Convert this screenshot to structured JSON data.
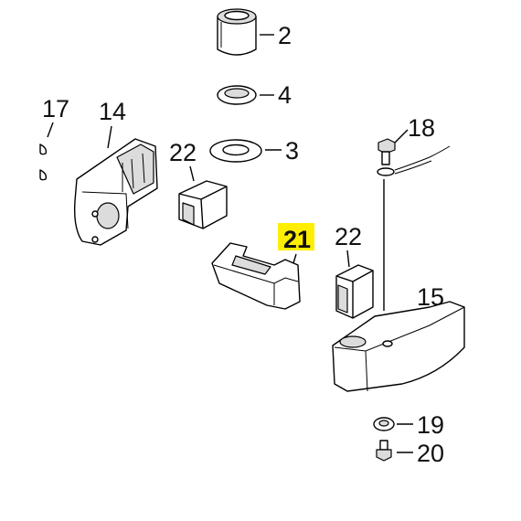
{
  "diagram": {
    "callouts": [
      {
        "id": "2",
        "text": "2"
      },
      {
        "id": "4",
        "text": "4"
      },
      {
        "id": "3",
        "text": "3"
      },
      {
        "id": "17",
        "text": "17"
      },
      {
        "id": "14",
        "text": "14"
      },
      {
        "id": "22a",
        "text": "22"
      },
      {
        "id": "21",
        "text": "21",
        "highlighted": true
      },
      {
        "id": "22b",
        "text": "22"
      },
      {
        "id": "18",
        "text": "18"
      },
      {
        "id": "15",
        "text": "15"
      },
      {
        "id": "19",
        "text": "19"
      },
      {
        "id": "20",
        "text": "20"
      }
    ],
    "colors": {
      "highlight": "#ffee00",
      "line": "#000000",
      "shade": "#dcdcdc"
    }
  }
}
